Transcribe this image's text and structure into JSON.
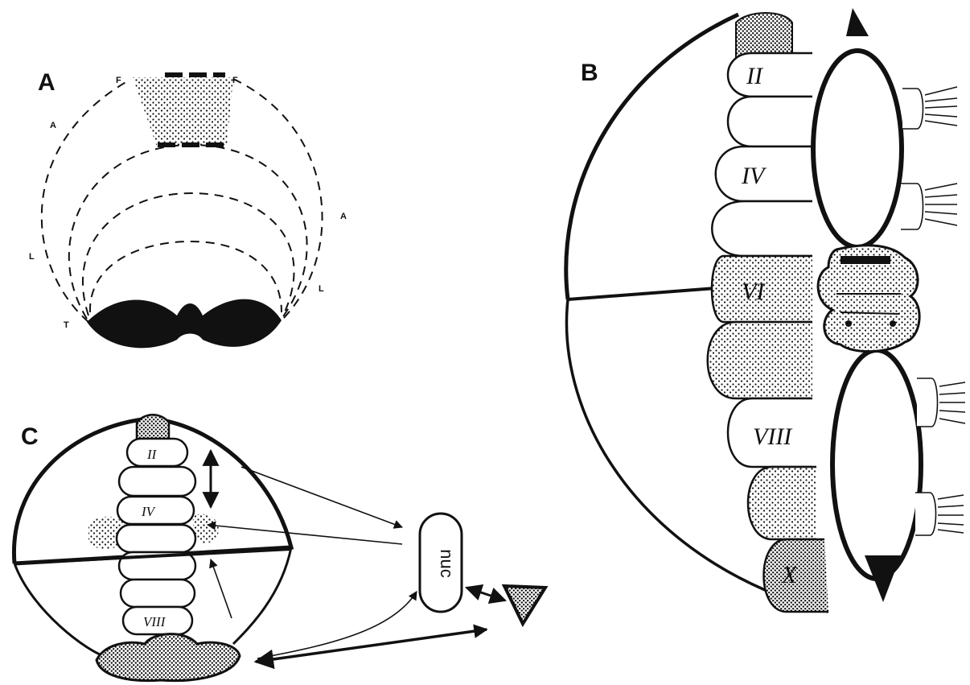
{
  "panels": {
    "a": {
      "letter": "A",
      "labels": {
        "f_left": "F",
        "f_right": "F",
        "a_left": "A",
        "a_right": "A",
        "l_left": "L",
        "l_right": "L",
        "t_left": "T"
      }
    },
    "b": {
      "letter": "B",
      "segments": {
        "ii": "II",
        "iv": "IV",
        "vi": "VI",
        "viii": "VIII",
        "x": "X"
      }
    },
    "c": {
      "letter": "C",
      "segments": {
        "ii": "II",
        "iv": "IV",
        "viii": "VIII"
      },
      "nuc_label": "nuc"
    }
  },
  "colors": {
    "ink": "#111111",
    "paper": "#ffffff"
  }
}
